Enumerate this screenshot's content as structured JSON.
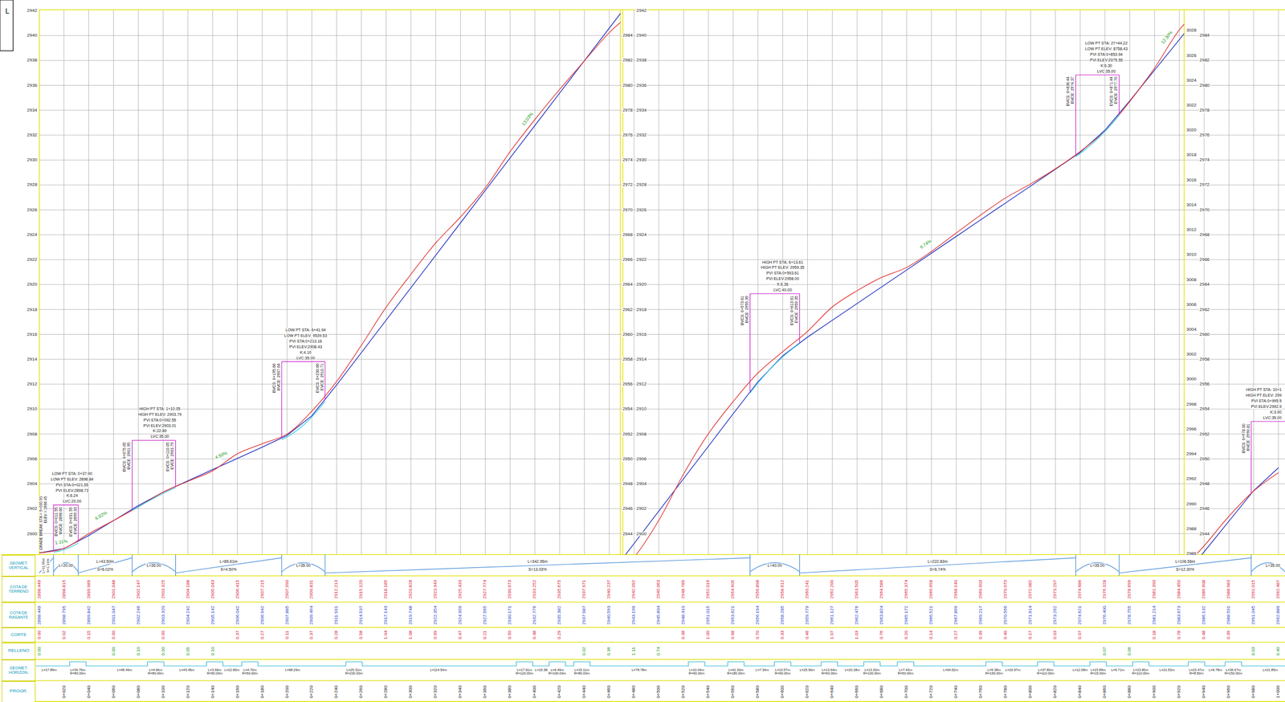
{
  "diagram": {
    "nodes": [
      {
        "text": [
          "GEOMET. VERTICAL"
        ]
      },
      {
        "text": [
          "COTA DE TERRENO"
        ]
      },
      {
        "text": [
          "COTA DE RASANTE"
        ]
      },
      {
        "text": [
          "CORTE"
        ]
      },
      {
        "text": [
          "RELLENO"
        ]
      },
      {
        "text": [
          "GEOMET. HORIZON."
        ]
      },
      {
        "text": [
          "PROGR."
        ]
      }
    ],
    "labels": [
      "L",
      "2942",
      "2940",
      "2938",
      "2936",
      "2934",
      "2932",
      "2930",
      "2928",
      "2926",
      "2924",
      "2922",
      "2920",
      "2918",
      "2916",
      "2914",
      "2912",
      "2910",
      "2908",
      "2906",
      "2904",
      "2902",
      "2900",
      "2984",
      "2982",
      "2980",
      "2978",
      "2976",
      "2974",
      "2972",
      "2970",
      "2968",
      "2966",
      "2964",
      "2962",
      "2960",
      "2958",
      "2956",
      "2954",
      "2952",
      "2950",
      "2948",
      "2946",
      "2944",
      "2942",
      "2940",
      "2938",
      "2936",
      "2934",
      "2932",
      "2930",
      "2928",
      "2926",
      "2924",
      "2922",
      "2920",
      "2918",
      "2916",
      "2914",
      "2912",
      "2910",
      "2908",
      "2906",
      "2904",
      "2902",
      "2900",
      "3028",
      "3026",
      "3024",
      "3022",
      "3020",
      "3018",
      "3016",
      "3014",
      "3012",
      "3010",
      "3008",
      "3006",
      "3004",
      "3002",
      "3000",
      "2998",
      "2996",
      "2994",
      "2992",
      "2990",
      "2988",
      "2986",
      "2984",
      "2982",
      "2980",
      "2978",
      "2976",
      "2974",
      "2972",
      "2970",
      "2968",
      "2966",
      "2964",
      "2962",
      "2960",
      "2958",
      "2956",
      "2954",
      "2952",
      "2950",
      "2948",
      "2946",
      "2944",
      "GRADE BREAK STA = 0+000.00",
      "ELEV = 2898.45",
      "LOW PT STA: 0+37.90",
      "LOW PT ELEV: 2898.84",
      "PVI STA:0+021.55",
      "PVI ELEV:2898.73",
      "K:6.24",
      "LVC:20.00",
      "BVCS: 0+011.55",
      "BVCE: 2898.60",
      "EVCS: 0+031.55",
      "EVCE: 2899.33",
      "HIGH PT STA: 1+10.05",
      "HIGH PT ELEV: 2903.79",
      "PVI STA:0+092.55",
      "PVI ELEV:2903.01",
      "K:22.89",
      "LVC:35.00",
      "BVCS: 0+075.05",
      "BVCE: 2901.95",
      "EVCS: 0+110.05",
      "EVCE: 2903.79",
      "LOW PT STA: 6+41.94",
      "LOW PT ELEV: 9539.53",
      "PVI STA:0+213.16",
      "PVI ELEV:2908.43",
      "K:4.10",
      "LVC:35.00",
      "BVCS: 0+195.66",
      "BVCE: 2907.64",
      "EVCS: 0+230.66",
      "EVCE: 2910.71",
      "HIGH PT STA: 6+13.61",
      "HIGH PT ELEV: 2959.35",
      "PVI STA:0+593.61",
      "PVI ELEV:2958.00",
      "K:6.36",
      "LVC:40.00",
      "BVCS: 0+573.61",
      "BVCE: 2955.39",
      "EVCS: 0+613.61",
      "EVCE: 2959.35",
      "LOW PT STA: 27+44.22",
      "LOW PT ELEV: 8758.43",
      "PVI STA:0+853.94",
      "PVI ELEV:2975.55",
      "K:6.30",
      "LVC:35.00",
      "BVCS: 0+836.44",
      "BVCE: 2974.37",
      "EVCS: 0+871.44",
      "EVCE: 2977.70",
      "HIGH PT STA: 10+1",
      "HIGH PT ELEV: 299",
      "PVI STA:0+995.5",
      "PVI ELEV:2992.9",
      "K:3.90",
      "LVC:35.00",
      "BVCS: 0+978.00",
      "BVCE: 2990.81",
      "1.31%",
      "6.02%",
      "4.50%",
      "13.03%",
      "6.74%",
      "12.30%",
      "L=11.55m",
      "S=1.31%",
      "L=20.00",
      "L=43.50m",
      "S=6.02%",
      "L=35.00",
      "L=85.61m",
      "S=4.50%",
      "L=35.00",
      "L=342.95m",
      "S=13.03%",
      "L=40.00",
      "L=222.83m",
      "S=6.74%",
      "L=35.00",
      "L=106.56m",
      "S=12.30%",
      "L=35.00",
      "2898.449",
      "2898.815",
      "2899.989",
      "2901.048",
      "2902.147",
      "2903.325",
      "2904.188",
      "2905.043",
      "2906.415",
      "2907.215",
      "2907.990",
      "2909.831",
      "2912.213",
      "2915.120",
      "2918.185",
      "2920.828",
      "2923.343",
      "2925.433",
      "2927.774",
      "2930.673",
      "2933.252",
      "2935.675",
      "2937.971",
      "2940.237",
      "2942.092",
      "2945.063",
      "2948.789",
      "2952.016",
      "2954.605",
      "2956.898",
      "2958.612",
      "2960.241",
      "2962.200",
      "2963.505",
      "2964.586",
      "2965.374",
      "2966.658",
      "2968.140",
      "2969.603",
      "2970.970",
      "2972.082",
      "2973.297",
      "2974.686",
      "2976.328",
      "2978.699",
      "2981.390",
      "2984.450",
      "2986.608",
      "2988.983",
      "2991.015",
      "2992.487",
      "2898.449",
      "2898.795",
      "2899.842",
      "2901.047",
      "2902.246",
      "2903.320",
      "2904.242",
      "2905.142",
      "2906.042",
      "2906.942",
      "2907.885",
      "2909.464",
      "2911.931",
      "2914.537",
      "2917.143",
      "2919.748",
      "2922.354",
      "2924.959",
      "2927.565",
      "2930.171",
      "2932.776",
      "2935.382",
      "2937.987",
      "2940.593",
      "2943.199",
      "2945.804",
      "2948.410",
      "2951.015",
      "2953.621",
      "2956.194",
      "2958.285",
      "2959.779",
      "2961.127",
      "2962.476",
      "2963.824",
      "2965.172",
      "2966.521",
      "2967.869",
      "2969.217",
      "2970.566",
      "2971.914",
      "2973.262",
      "2974.621",
      "2976.400",
      "2978.755",
      "2981.214",
      "2983.673",
      "2986.132",
      "2988.591",
      "2991.045",
      "2992.889",
      "0.00",
      "0.02",
      "0.15",
      "0.00",
      "0.00",
      "0.37",
      "0.27",
      "0.11",
      "0.37",
      "0.28",
      "0.58",
      "1.04",
      "1.08",
      "0.99",
      "0.47",
      "0.21",
      "0.50",
      "0.48",
      "0.29",
      "0.38",
      "1.00",
      "0.98",
      "0.70",
      "0.33",
      "0.46",
      "1.07",
      "1.03",
      "0.76",
      "0.20",
      "0.14",
      "0.27",
      "0.39",
      "0.40",
      "0.17",
      "0.03",
      "0.07",
      "0.18",
      "0.78",
      "0.48",
      "0.39",
      "0.00",
      "0.00",
      "0.10",
      "0.00",
      "0.05",
      "0.10",
      "0.02",
      "0.36",
      "1.11",
      "0.74",
      "0.07",
      "0.06",
      "0.03",
      "0.40",
      "L=17.89m",
      "L=36.76m R=80.00m",
      "L=45.46m",
      "L=4.66m R=80.00m",
      "L=43.45m",
      "L=3.66m R=50.00m",
      "L=22.80m",
      "L=4.70m R=50.00m",
      "L=68.29m",
      "L=25.31m R=230.00m",
      "L=114.54m",
      "L=17.91m R=120.00m",
      "L=15.38m",
      "L=6.49m R=100.00m",
      "L=15.11m R=80.00m",
      "L=78.78m",
      "L=10.04m R=60.00m",
      "L=41.30m R=180.00m",
      "L=7.34m",
      "L=13.57m R=60.00m",
      "L=25.90m",
      "L=13.64m R=50.00m",
      "L=20.18m",
      "L=13.30m R=100.00m",
      "L=7.43m R=50.00m",
      "L=64.52m",
      "L=5.38m R=150.00m",
      "L=20.97m",
      "L=37.80m R=110.00m",
      "L=12.08m",
      "L=23.86m R=15.00m",
      "L=9.71m",
      "L=23.80m R=110.00m",
      "L=21.53m",
      "L=23.47m R=8.50m",
      "L=6.78m",
      "L=36.67m R=150.00m",
      "L=21.85m",
      "0+020",
      "0+040",
      "0+060",
      "0+080",
      "0+100",
      "0+120",
      "0+140",
      "0+160",
      "0+180",
      "0+200",
      "0+220",
      "0+240",
      "0+260",
      "0+280",
      "0+300",
      "0+320",
      "0+340",
      "0+360",
      "0+380",
      "0+400",
      "0+420",
      "0+440",
      "0+460",
      "0+480",
      "0+500",
      "0+520",
      "0+540",
      "0+560",
      "0+580",
      "0+600",
      "0+620",
      "0+640",
      "0+660",
      "0+680",
      "0+700",
      "0+720",
      "0+740",
      "0+760",
      "0+780",
      "0+800",
      "0+820",
      "0+840",
      "0+860",
      "0+880",
      "0+900",
      "0+920",
      "0+940",
      "0+960",
      "0+980",
      "1+000"
    ]
  }
}
